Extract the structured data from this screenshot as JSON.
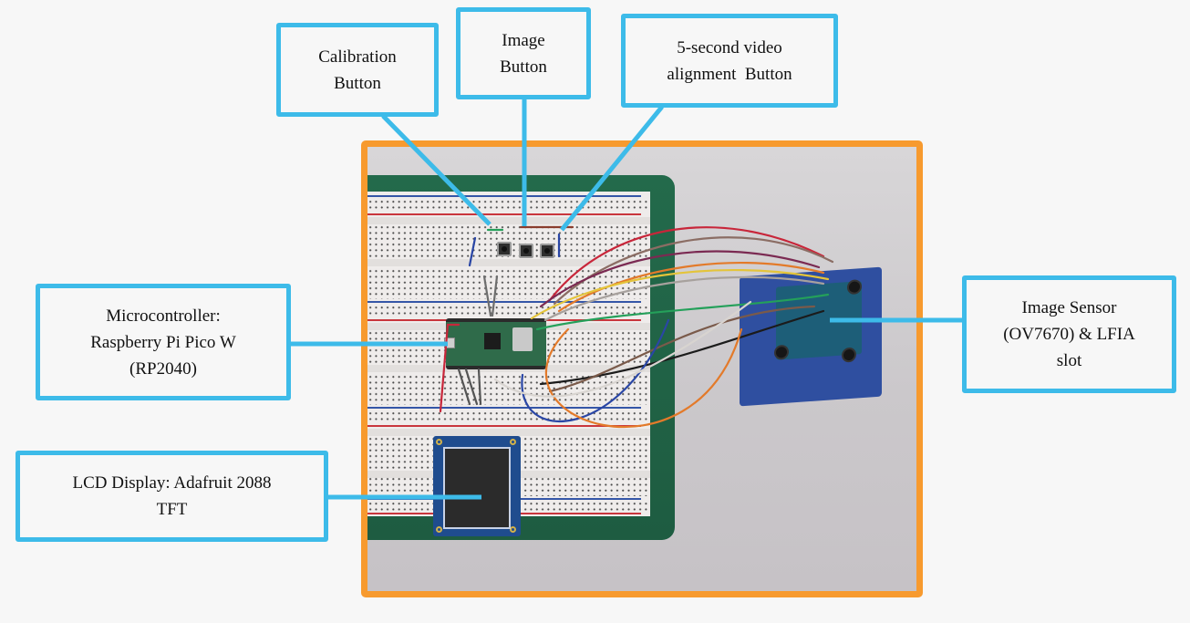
{
  "diagram": {
    "description": "Annotated photo of a breadboard prototype with labeled components",
    "accent_colors": {
      "callout_border": "#3dbbe9",
      "photo_frame": "#f79a2e"
    },
    "callouts": {
      "calibration": {
        "lines": [
          "Calibration",
          "Button"
        ]
      },
      "image": {
        "lines": [
          "Image",
          "Button"
        ]
      },
      "video": {
        "lines": [
          "5-second video",
          "alignment  Button"
        ]
      },
      "microcontroller": {
        "lines": [
          "Microcontroller:",
          "Raspberry Pi Pico W",
          "(RP2040)"
        ]
      },
      "lcd": {
        "lines": [
          "LCD Display: Adafruit 2088",
          "TFT"
        ]
      },
      "sensor": {
        "lines": [
          "Image Sensor",
          "(OV7670) & LFIA",
          "slot"
        ]
      }
    },
    "photo": {
      "components": [
        "breadboard",
        "calibration-button",
        "image-button",
        "video-alignment-button",
        "raspberry-pi-pico-w",
        "lcd-display",
        "image-sensor-enclosure",
        "jumper-wires"
      ]
    }
  }
}
